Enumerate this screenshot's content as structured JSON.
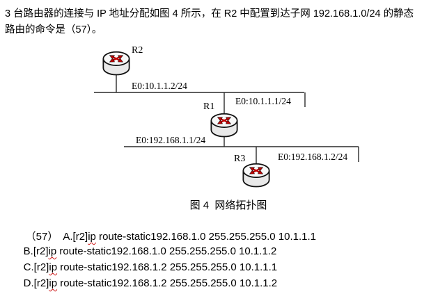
{
  "question": {
    "line1": "3 台路由器的连接与 IP 地址分配如图 4 所示，在 R2 中配置到达子网 192.168.1.0/24 的静态",
    "line2": "路由的命令是（57）。"
  },
  "diagram": {
    "caption": "图 4  网络拓扑图",
    "routers": {
      "r2": {
        "name": "R2",
        "interface": "E0:10.1.1.2/24"
      },
      "r1": {
        "name": "R1",
        "interface_upper": "E0:10.1.1.1/24",
        "interface_lower": "E0:192.168.1.1/24"
      },
      "r3": {
        "name": "R3",
        "interface": "E0:192.168.1.2/24"
      }
    }
  },
  "options": [
    {
      "qnum": "（57）",
      "head": "A.[r2]",
      "typo": "ip",
      "rest": " route-static192.168.1.0 255.255.255.0 10.1.1.1"
    },
    {
      "head": "B.[r2]",
      "typo": "ip",
      "rest": " route-static192.168.1.0 255.255.255.0 10.1.1.2"
    },
    {
      "head": "C.[r2]",
      "typo": "ip",
      "rest": " route-static192.168.1.2 255.255.255.0 10.1.1.1"
    },
    {
      "head": "D.[r2]",
      "typo": "ip",
      "rest": " route-static192.168.1.2 255.255.255.0 10.1.1.2"
    }
  ],
  "colors": {
    "router_arrow": "#c00000",
    "spellcheck_underline": "#cc1111",
    "diagram_line": "#2a2a2a"
  }
}
